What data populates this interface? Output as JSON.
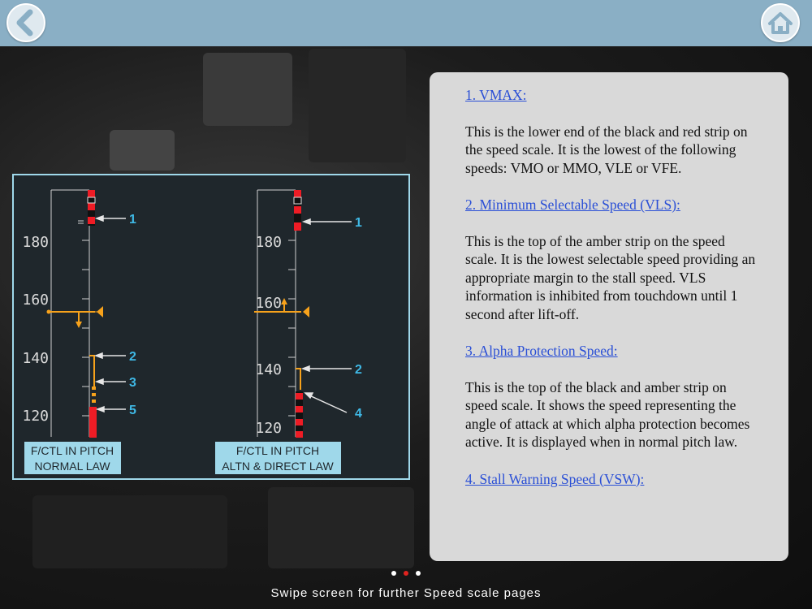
{
  "nav": {
    "back": "back",
    "home": "home"
  },
  "diagram": {
    "left_scale": {
      "ticks": [
        "180",
        "160",
        "140",
        "120"
      ],
      "callouts": [
        "1",
        "2",
        "3",
        "5"
      ],
      "caption_line1": "F/CTL IN PITCH",
      "caption_line2": "NORMAL LAW"
    },
    "right_scale": {
      "ticks": [
        "180",
        "160",
        "140",
        "120"
      ],
      "callouts": [
        "1",
        "2",
        "4"
      ],
      "caption_line1": "F/CTL IN PITCH",
      "caption_line2": "ALTN & DIRECT LAW"
    },
    "colors": {
      "red": "#ee1c25",
      "amber": "#f7a21b",
      "cyan": "#3fb9e6",
      "caption_bg": "#9fd8ea"
    }
  },
  "sections": [
    {
      "heading": "1. VMAX:",
      "body": "This is the lower end of the black and red strip on the speed scale. It is the lowest of the following speeds: VMO or MMO, VLE or VFE."
    },
    {
      "heading": "2. Minimum Selectable Speed (VLS):",
      "body": "This is the top of the amber strip on the speed scale. It is the lowest selectable speed providing an appropriate margin to the stall speed. VLS information is inhibited from touchdown until 1 second after lift-off."
    },
    {
      "heading": "3. Alpha Protection Speed:",
      "body": "This is the top of the black and amber strip on speed scale. It shows the speed representing the angle of attack at which alpha protection becomes active. It is displayed when in normal pitch law."
    },
    {
      "heading": "4. Stall Warning Speed (VSW):"
    }
  ],
  "pager": {
    "count": 3,
    "active": 2
  },
  "footer_hint": "Swipe screen for further Speed scale pages"
}
